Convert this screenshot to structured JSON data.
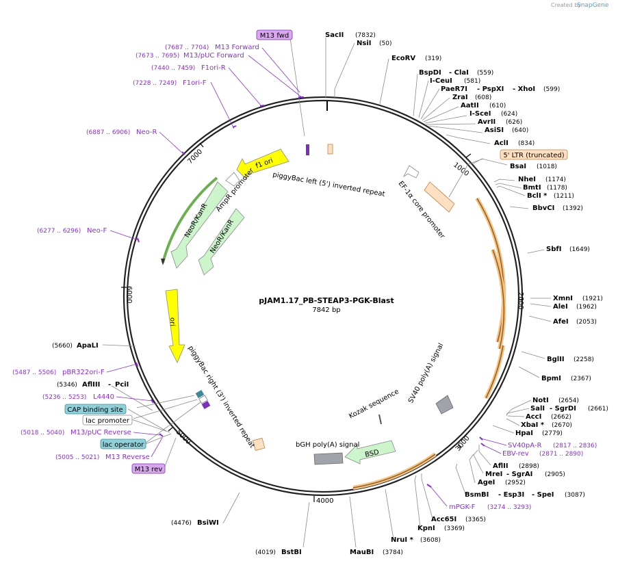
{
  "brand": {
    "created_by": "Created by",
    "name": "SnapGene"
  },
  "plasmid": {
    "name": "pJAM1.17_PB-STEAP3-PGK-Blast",
    "size": "7842 bp"
  },
  "ticks": [
    "1000",
    "2000",
    "3000",
    "4000",
    "5000",
    "6000",
    "7000"
  ],
  "sites_top": [
    {
      "name": "SacII",
      "pos": "(7832)"
    },
    {
      "name": "NsiI",
      "pos": "(50)"
    },
    {
      "name": "EcoRV",
      "pos": "(319)"
    },
    {
      "name": "BspDI",
      "sep": "- ClaI",
      "pos": "(559)"
    },
    {
      "name": "I-CeuI",
      "pos": "(581)"
    },
    {
      "name": "PaeR7I",
      "sep": "- PspXI",
      "sep2": "- XhoI",
      "pos": "(599)"
    },
    {
      "name": "ZraI",
      "pos": "(608)"
    },
    {
      "name": "AatII",
      "pos": "(610)"
    },
    {
      "name": "I-SceI",
      "pos": "(624)"
    },
    {
      "name": "AvrII",
      "pos": "(626)"
    },
    {
      "name": "AsiSI",
      "pos": "(640)"
    },
    {
      "name": "AclI",
      "pos": "(834)"
    },
    {
      "name": "BsaI",
      "pos": "(1018)"
    },
    {
      "name": "NheI",
      "pos": "(1174)"
    },
    {
      "name": "BmtI",
      "pos": "(1178)"
    },
    {
      "name": "BclI *",
      "pos": "(1211)"
    },
    {
      "name": "BbvCI",
      "pos": "(1392)"
    },
    {
      "name": "SbfI",
      "pos": "(1649)"
    },
    {
      "name": "XmnI",
      "pos": "(1921)"
    },
    {
      "name": "AleI",
      "pos": "(1962)"
    },
    {
      "name": "AfeI",
      "pos": "(2053)"
    },
    {
      "name": "BglII",
      "pos": "(2258)"
    },
    {
      "name": "BpmI",
      "pos": "(2367)"
    },
    {
      "name": "NotI",
      "pos": "(2654)"
    },
    {
      "name": "SalI",
      "sep": "- SgrDI",
      "pos": "(2661)"
    },
    {
      "name": "AccI",
      "pos": "(2662)"
    },
    {
      "name": "XbaI *",
      "pos": "(2670)"
    },
    {
      "name": "HpaI",
      "pos": "(2779)"
    },
    {
      "name": "AflII",
      "pos": "(2898)"
    },
    {
      "name": "MreI",
      "sep": "- SgrAI",
      "pos": "(2905)"
    },
    {
      "name": "AgeI",
      "pos": "(2952)"
    },
    {
      "name": "BsmBI",
      "sep": "- Esp3I",
      "sep2": "- SpeI",
      "pos": "(3087)"
    },
    {
      "name": "Acc65I",
      "pos": "(3365)"
    },
    {
      "name": "KpnI",
      "pos": "(3369)"
    },
    {
      "name": "NruI *",
      "pos": "(3608)"
    },
    {
      "name": "MauBI",
      "pos": "(3784)"
    },
    {
      "name": "BstBI",
      "pos": "(4019)"
    },
    {
      "name": "BsiWI",
      "pos": "(4476)"
    },
    {
      "name": "PciI",
      "pre": "AflIII",
      "pos": "(5346)"
    },
    {
      "name": "ApaLI",
      "pos": "(5660)"
    }
  ],
  "primers": [
    {
      "name": "M13 Forward",
      "pos": "(7687 .. 7704)"
    },
    {
      "name": "M13/pUC Forward",
      "pos": "(7673 .. 7695)"
    },
    {
      "name": "F1ori-R",
      "pos": "(7440 .. 7459)"
    },
    {
      "name": "F1ori-F",
      "pos": "(7228 .. 7249)"
    },
    {
      "name": "Neo-R",
      "pos": "(6887 .. 6906)"
    },
    {
      "name": "Neo-F",
      "pos": "(6277 .. 6296)"
    },
    {
      "name": "pBR322ori-F",
      "pos": "(5487 .. 5506)"
    },
    {
      "name": "L4440",
      "pos": "(5236 .. 5253)"
    },
    {
      "name": "M13/pUC Reverse",
      "pos": "(5018 .. 5040)"
    },
    {
      "name": "M13 Reverse",
      "pos": "(5005 .. 5021)"
    },
    {
      "name": "SV40pA-R",
      "pos": "(2817 .. 2836)"
    },
    {
      "name": "EBV-rev",
      "pos": "(2871 .. 2890)"
    },
    {
      "name": "mPGK-F",
      "pos": "(3274 .. 3293)"
    }
  ],
  "boxed": [
    {
      "label": "M13 fwd",
      "color": "#d9a6f0"
    },
    {
      "label": "5' LTR (truncated)",
      "color": "#fde0c2"
    },
    {
      "label": "CAP binding site",
      "color": "#8fd0d9"
    },
    {
      "label": "lac promoter",
      "color": "#ffffff"
    },
    {
      "label": "lac operator",
      "color": "#8fd0d9"
    },
    {
      "label": "M13 rev",
      "color": "#d9a6f0"
    }
  ],
  "features": [
    {
      "label": "f1 ori",
      "color": "#ffff00"
    },
    {
      "label": "AmpR promoter",
      "color": "#ffffff"
    },
    {
      "label": "NeoR/KanR",
      "color": "#ccf5cc"
    },
    {
      "label": "NeoR/KanR",
      "color": "#ccf5cc"
    },
    {
      "label": "ori",
      "color": "#ffff00"
    },
    {
      "label": "piggyBac left (5') inverted repeat",
      "color": "#fde0c2"
    },
    {
      "label": "EF-1α core promoter",
      "color": "#fde0c2"
    },
    {
      "label": "piggyBac right (3') inverted repeat",
      "color": "#fde0c2"
    },
    {
      "label": "Kozak sequence",
      "color": "#888888"
    },
    {
      "label": "SV40 poly(A) signal",
      "color": "#a0a4aa"
    },
    {
      "label": "bGH poly(A) signal",
      "color": "#a0a4aa"
    },
    {
      "label": "BSD",
      "color": "#ccf5cc"
    }
  ]
}
